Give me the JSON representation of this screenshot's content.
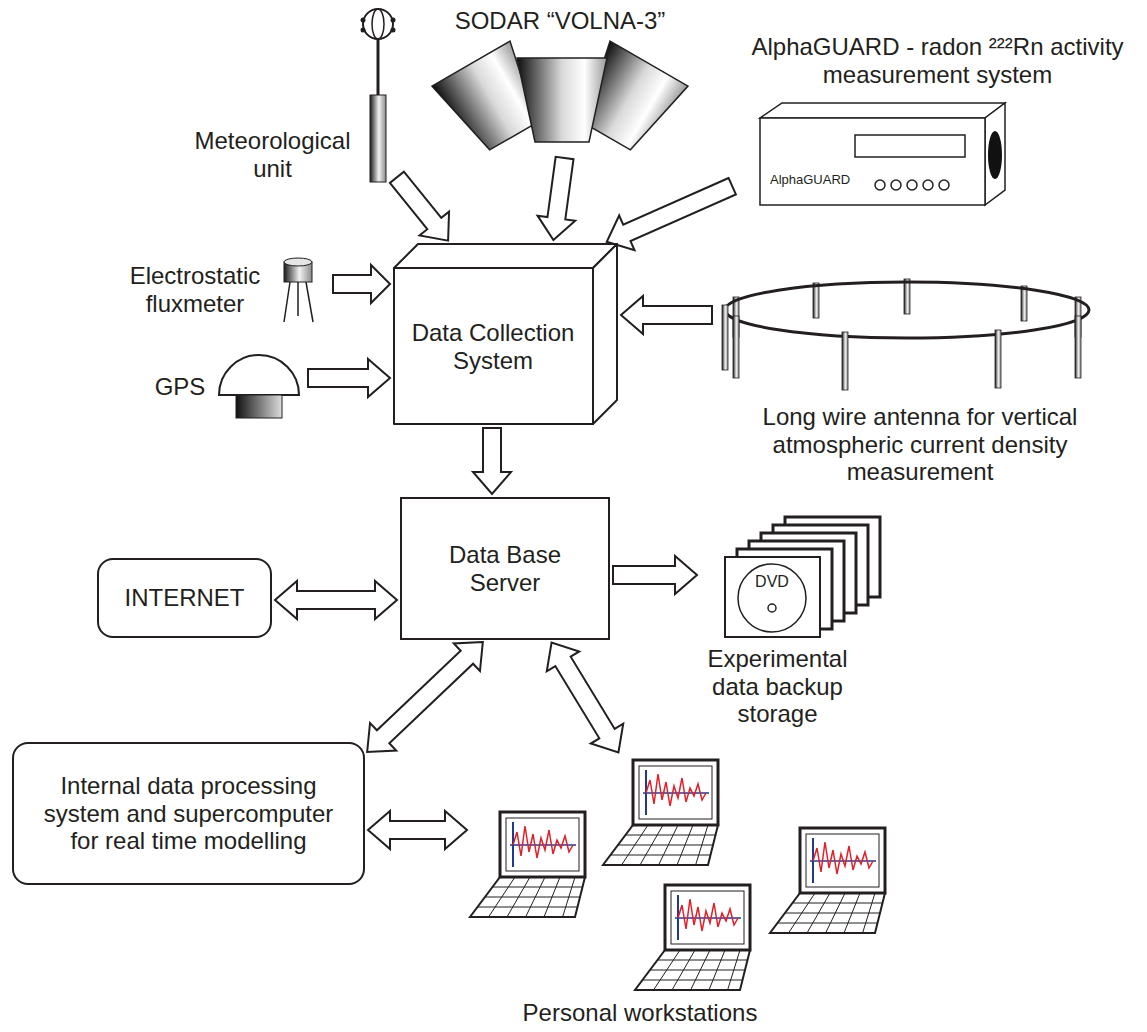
{
  "diagram": {
    "nodes": [
      {
        "text": [
          "SODAR “VOLNA-3”"
        ]
      },
      {
        "text": [
          "AlphaGUARD - radon ²²²Rn activity measurement system",
          "AlphaGUARD"
        ]
      },
      {
        "text": [
          "Meteorological unit"
        ]
      },
      {
        "text": [
          "Electrostatic fluxmeter"
        ]
      },
      {
        "text": [
          "GPS"
        ]
      },
      {
        "text": [
          "Data Collection System"
        ]
      },
      {
        "text": [
          "Long wire antenna for vertical atmospheric current density measurement"
        ]
      },
      {
        "text": [
          "Data Base Server"
        ]
      },
      {
        "text": [
          "INTERNET"
        ]
      },
      {
        "text": [
          "DVD",
          "Experimental data backup storage"
        ]
      },
      {
        "text": [
          "Internal data processing system and supercomputer for real time modelling"
        ]
      },
      {
        "text": [
          "Personal workstations"
        ]
      }
    ],
    "edges": [
      {
        "from": 2,
        "to": 5,
        "arrow": "to"
      },
      {
        "from": 0,
        "to": 5,
        "arrow": "to"
      },
      {
        "from": 1,
        "to": 5,
        "arrow": "to"
      },
      {
        "from": 3,
        "to": 5,
        "arrow": "to"
      },
      {
        "from": 4,
        "to": 5,
        "arrow": "to"
      },
      {
        "from": 6,
        "to": 5,
        "arrow": "to"
      },
      {
        "from": 5,
        "to": 7,
        "arrow": "to"
      },
      {
        "from": 8,
        "to": 7,
        "arrow": "both"
      },
      {
        "from": 7,
        "to": 9,
        "arrow": "to"
      },
      {
        "from": 7,
        "to": 10,
        "arrow": "both"
      },
      {
        "from": 7,
        "to": 11,
        "arrow": "both"
      },
      {
        "from": 10,
        "to": 11,
        "arrow": "both"
      }
    ]
  }
}
